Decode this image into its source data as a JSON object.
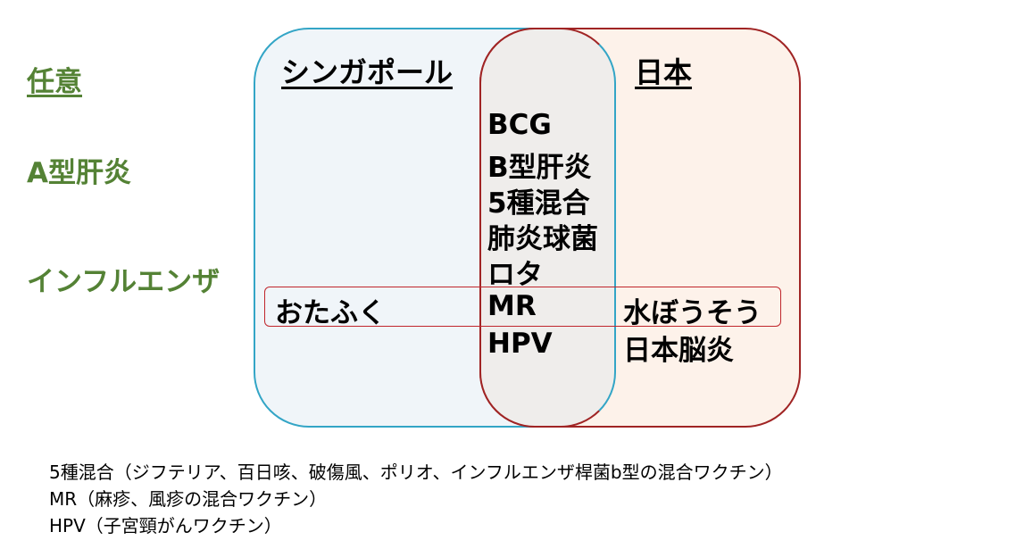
{
  "side_labels": {
    "title": "任意",
    "hepatitis_a": "A型肝炎",
    "influenza": "インフルエンザ"
  },
  "sets": {
    "singapore": {
      "label": "シンガポール",
      "only_items": [
        "おたふく"
      ]
    },
    "japan": {
      "label": "日本",
      "only_items": [
        "水ぼうそう",
        "日本脳炎"
      ]
    },
    "both_items": [
      "BCG",
      "B型肝炎",
      "5種混合",
      "肺炎球菌",
      "ロタ",
      "MR",
      "HPV"
    ]
  },
  "footnotes": [
    "5種混合（ジフテリア、百日咳、破傷風、ポリオ、インフルエンザ桿菌b型の混合ワクチン）",
    "MR（麻疹、風疹の混合ワクチン）",
    "HPV（子宮頸がんワクチン）"
  ],
  "colors": {
    "green_text": "#548235",
    "singapore_border": "#33a5c6",
    "singapore_fill": "#f0f5f9",
    "japan_border": "#a02424",
    "japan_fill": "#fdf2ea",
    "overlap_fill": "#efedeb",
    "highlight_row_border": "#c0262c"
  }
}
